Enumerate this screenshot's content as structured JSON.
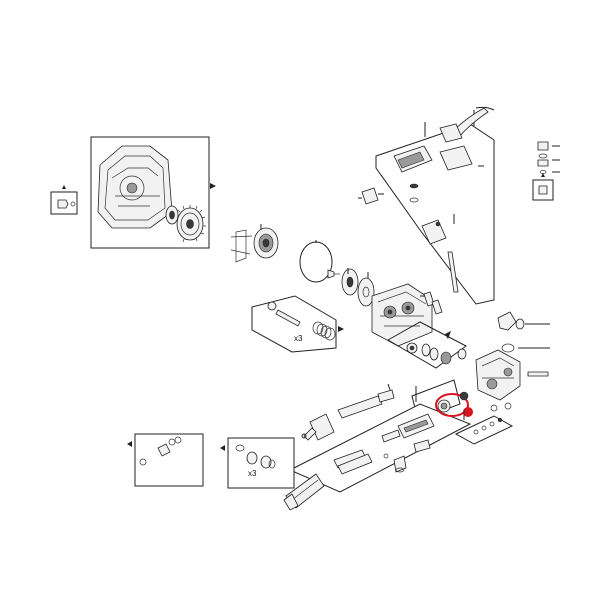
{
  "diagram": {
    "type": "exploded-parts-view",
    "labels": {
      "valve_qty": "x3",
      "seal_qty": "x3"
    },
    "colors": {
      "line": "#222222",
      "highlight": "#d9141e",
      "background": "#ffffff"
    },
    "icons": [
      "triangle-pointer-icon",
      "highlight-ring-icon",
      "red-dot-marker-icon"
    ]
  }
}
